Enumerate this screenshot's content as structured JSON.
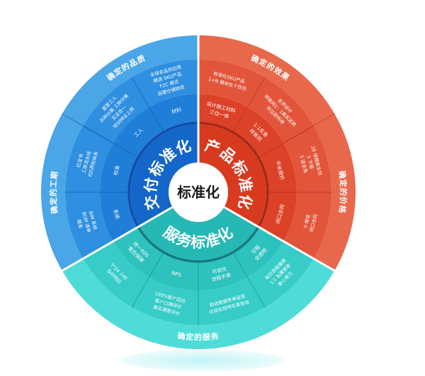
{
  "center": {
    "label": "标准化"
  },
  "colors": {
    "blue_outer": "#4aa6e6",
    "blue_mid": "#2f8fe0",
    "blue_inner": "#1f7fd8",
    "blue_core": "#1466c8",
    "blue_line": "#0f4fae",
    "red_outer": "#e8684c",
    "red_mid": "#e2553a",
    "red_inner": "#dc4228",
    "red_core": "#d73a1f",
    "red_line": "#a82a14",
    "teal_outer": "#4fdcd8",
    "teal_mid": "#37ccc8",
    "teal_inner": "#2ec2be",
    "teal_core": "#26b8b4",
    "teal_line": "#137f80",
    "center_text": "#1a1a1a"
  },
  "sectors": [
    {
      "id": "delivery",
      "core_label": "交付标准化",
      "outer_labels": [
        {
          "label": "确定的工期"
        },
        {
          "label": "确定的品质"
        }
      ],
      "segments": [
        {
          "short": "系统",
          "detail": [
            "BIM 系统",
            "BOM 清单",
            "掘金"
          ]
        },
        {
          "short": "标准",
          "detail": [
            "红宝书",
            "工序流水线",
            "IQS质检体系"
          ]
        },
        {
          "short": "工人",
          "detail": [
            "直营工人",
            "兵种分离 工种分离",
            "五证合一",
            "培训持证上岗"
          ]
        },
        {
          "short": "材料",
          "detail": [
            "全球名品供应商",
            "精选 SKU产品",
            "F2C 模式",
            "自建仓储物流"
          ]
        }
      ]
    },
    {
      "id": "product",
      "core_label": "产品标准化",
      "outer_labels": [
        {
          "label": "确定的效果"
        },
        {
          "label": "确定的价格"
        }
      ],
      "segments": [
        {
          "short": "设计施工材料\n三位一体",
          "detail": [
            "标准化SKU产品",
            "1+N 模块化个性包"
          ]
        },
        {
          "short": "1:1实景\n样板间",
          "detail": [
            "名师设计",
            "样板间1：1真实还原",
            "所见即所得"
          ]
        },
        {
          "short": "平米报价",
          "detail": [
            "28 项精装全包",
            "5 不限",
            "5 送全免"
          ]
        },
        {
          "short": "闭口合同",
          "detail": [
            "0 增项",
            "闭口合同"
          ]
        }
      ]
    },
    {
      "id": "service",
      "core_label": "服务标准化",
      "outer_labels": [
        {
          "label": "确定的服务"
        }
      ],
      "segments": [
        {
          "short": "过程\n全透明",
          "detail": [
            "每日进程播报",
            "1:1 私属管家",
            "省心省力"
          ]
        },
        {
          "short": "可视化\n流程手册",
          "detail": [
            "验收数据表单呈现",
            "可视化现场实景验收"
          ]
        },
        {
          "short": "NPS",
          "detail": [
            "100%客户回访",
            "客户口碑评价",
            "真实满意评分"
          ]
        },
        {
          "short": "统一400\n售后保障",
          "detail": [
            "7*24 小时",
            "及时响应"
          ]
        }
      ]
    }
  ]
}
